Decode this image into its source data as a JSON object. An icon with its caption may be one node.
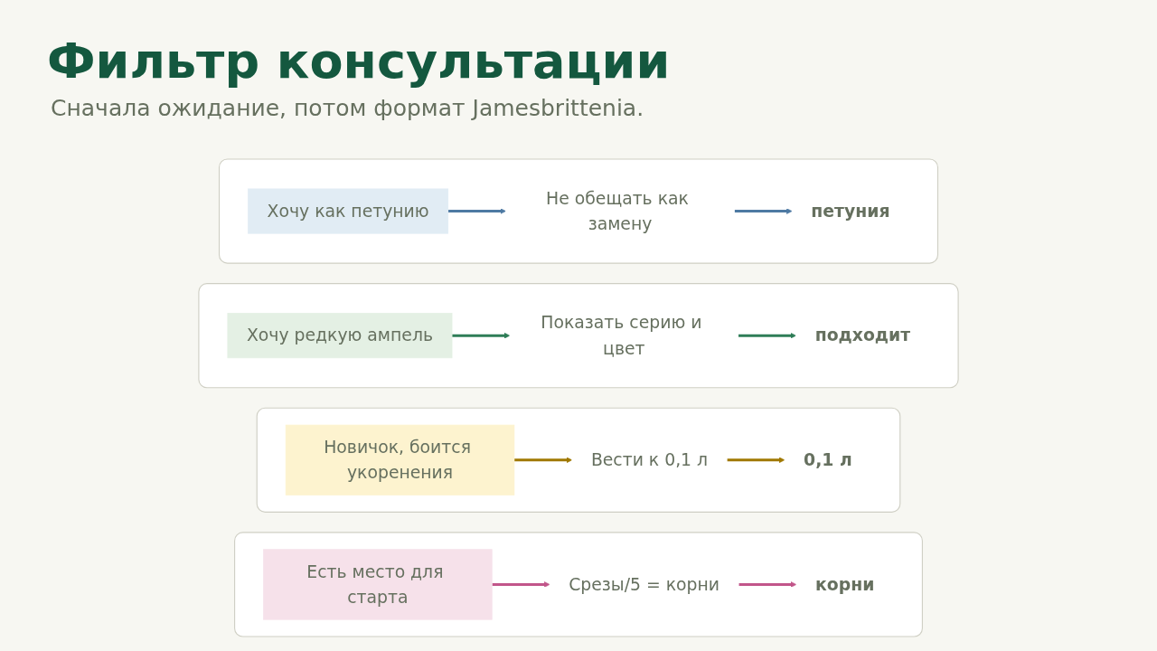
{
  "diagram": {
    "title": "Фильтр консультации",
    "caption": "Сначала ожидание, потом формат Jamesbrittenia.",
    "nodes": [
      {
        "text": [],
        "shape": "box"
      },
      {
        "text": [
          "Хочу как петунию"
        ],
        "in": 0
      },
      {
        "text": [
          "Не обещать как замену"
        ],
        "in": 0
      },
      {
        "text": [
          "петуния"
        ],
        "in": 0
      },
      {
        "text": [],
        "shape": "box"
      },
      {
        "text": [
          "Хочу редкую ампель"
        ],
        "in": 4
      },
      {
        "text": [
          "Показать серию и цвет"
        ],
        "in": 4
      },
      {
        "text": [
          "подходит"
        ],
        "in": 4
      },
      {
        "text": [],
        "shape": "box"
      },
      {
        "text": [
          "Новичок, боится укоренения"
        ],
        "in": 8
      },
      {
        "text": [
          "Вести к 0,1 л"
        ],
        "in": 8
      },
      {
        "text": [
          "0,1 л"
        ],
        "in": 8
      },
      {
        "text": [],
        "shape": "box"
      },
      {
        "text": [
          "Есть место для старта"
        ],
        "in": 12
      },
      {
        "text": [
          "Срезы/5 = корни"
        ],
        "in": 12
      },
      {
        "text": [
          "корни"
        ],
        "in": 12
      }
    ],
    "edges": [
      {
        "from": 1,
        "to": 2,
        "arrow": "to",
        "color": "#4e7aa3"
      },
      {
        "from": 2,
        "to": 3,
        "arrow": "to",
        "color": "#4e7aa3"
      },
      {
        "from": 5,
        "to": 6,
        "arrow": "to",
        "color": "#2e7d57"
      },
      {
        "from": 6,
        "to": 7,
        "arrow": "to",
        "color": "#2e7d57"
      },
      {
        "from": 9,
        "to": 10,
        "arrow": "to",
        "color": "#a07800"
      },
      {
        "from": 10,
        "to": 11,
        "arrow": "to",
        "color": "#a07800"
      },
      {
        "from": 13,
        "to": 14,
        "arrow": "to",
        "color": "#c2568a"
      },
      {
        "from": 14,
        "to": 15,
        "arrow": "to",
        "color": "#c2568a"
      }
    ]
  }
}
